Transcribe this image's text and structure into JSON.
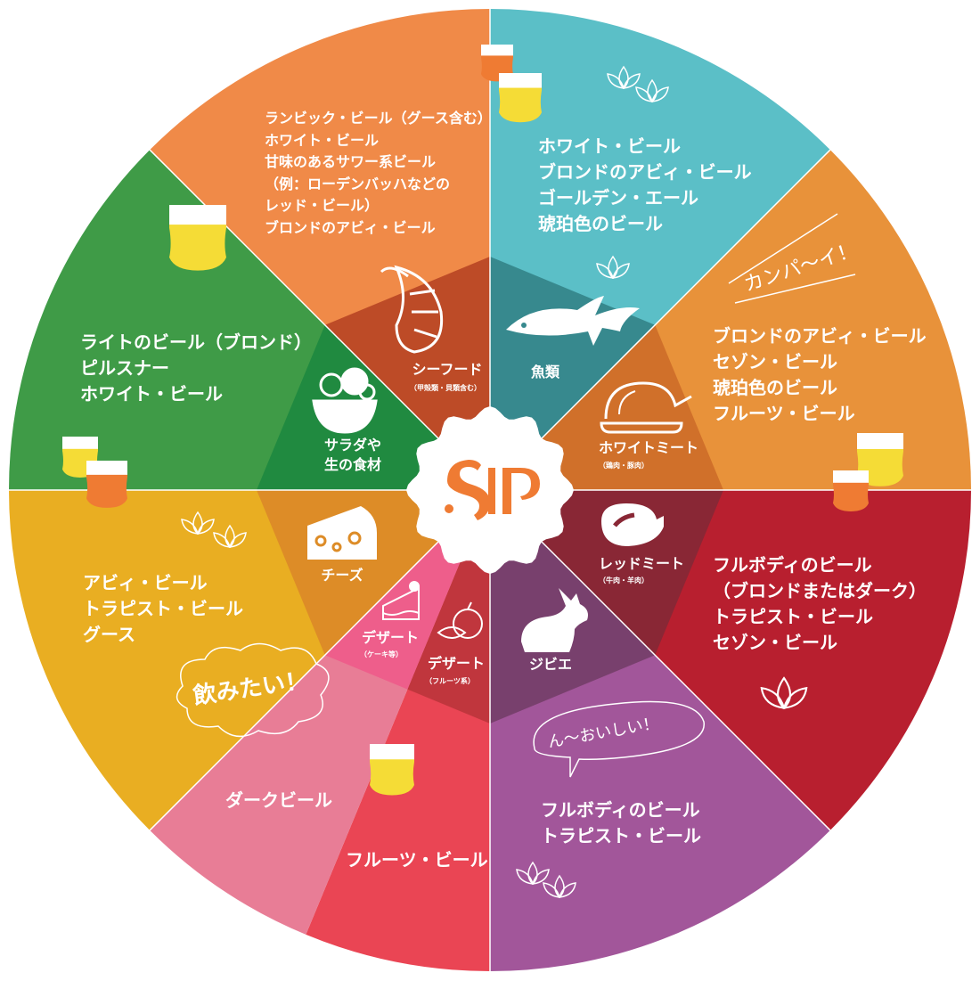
{
  "logo": "SIP",
  "segments": [
    {
      "id": "teal",
      "outer_color": "#5bbfc7",
      "inner_color": "#37898e",
      "food": "魚類",
      "beers": [
        "ホワイト・ビール",
        "ブロンドのアビィ・ビール",
        "ゴールデン・エール",
        "琥珀色のビール"
      ]
    },
    {
      "id": "orange",
      "outer_color": "#e8923a",
      "inner_color": "#d0702a",
      "food": "ホワイトミート",
      "food_note": "（鶏肉・豚肉）",
      "beers": [
        "ブロンドのアビィ・ビール",
        "セゾン・ビール",
        "琥珀色のビール",
        "フルーツ・ビール"
      ]
    },
    {
      "id": "red",
      "outer_color": "#b81f2f",
      "inner_color": "#892735",
      "food": "レッドミート",
      "food_note": "（牛肉・羊肉）",
      "beers": [
        "フルボディのビール",
        "（ブロンドまたはダーク）",
        "トラピスト・ビール",
        "セゾン・ビール"
      ]
    },
    {
      "id": "purple",
      "outer_color": "#a2569a",
      "inner_color": "#78406d",
      "food": "ジビエ",
      "beers": [
        "フルボディのビール",
        "トラピスト・ビール"
      ]
    },
    {
      "id": "coral",
      "outer_color": "#ea4554",
      "inner_color": "#c0363d",
      "food": "デザート",
      "food_note": "（フルーツ系）",
      "beers": [
        "フルーツ・ビール"
      ]
    },
    {
      "id": "pink",
      "outer_color": "#e87d96",
      "inner_color": "#ee5e8b",
      "food": "デザート",
      "food_note": "（ケーキ等）",
      "beers": [
        "ダークビール"
      ]
    },
    {
      "id": "yellow",
      "outer_color": "#e9ae22",
      "inner_color": "#dd8c27",
      "food": "チーズ",
      "beers": [
        "アビィ・ビール",
        "トラピスト・ビール",
        "グース"
      ]
    },
    {
      "id": "green",
      "outer_color": "#3f9b47",
      "inner_color": "#208a40",
      "food": "サラダや",
      "food_line2": "生の食材",
      "beers": [
        "ライトのビール（ブロンド）",
        "ピルスナー",
        "ホワイト・ビール"
      ]
    },
    {
      "id": "salmon",
      "outer_color": "#f08a48",
      "inner_color": "#bd4b27",
      "food": "シーフード",
      "food_note": "（甲殻類・貝類含む）",
      "beers": [
        "ランビック・ビール（グース含む）",
        "ホワイト・ビール",
        "甘味のあるサワー系ビール",
        "（例：ローデンバッハなどの",
        "レッド・ビール）",
        "ブロンドのアビィ・ビール"
      ]
    }
  ],
  "bubbles": {
    "cheers": "カンパ〜イ！",
    "want_drink": "飲みたい！",
    "delicious": "ん〜おいしい！"
  },
  "logo_color": "#ef7b33",
  "glass_colors": {
    "yellow": "#f5dc36",
    "orange": "#ef7b33"
  }
}
